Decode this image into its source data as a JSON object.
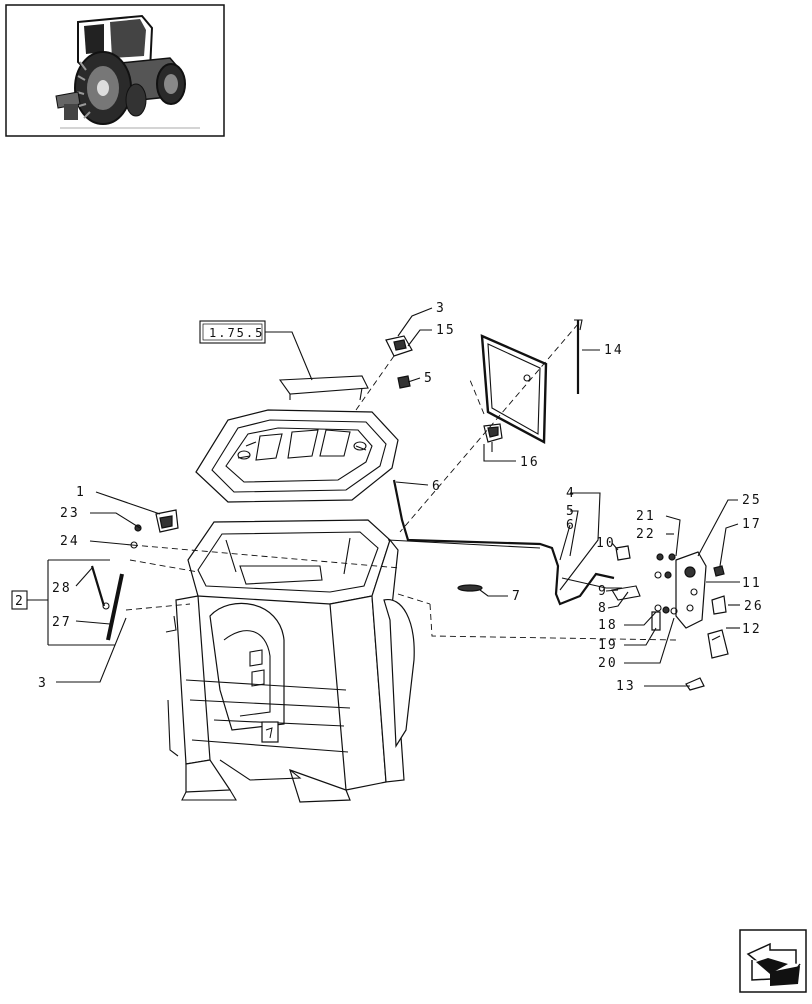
{
  "reference_box": "1.75.5",
  "group_label": "2",
  "callouts": {
    "c1": "1",
    "c23": "23",
    "c24": "24",
    "c28": "28",
    "c27": "27",
    "c3a": "3",
    "c3b": "3",
    "c15": "15",
    "c5a": "5",
    "c16": "16",
    "c14": "14",
    "c6a": "6",
    "c4": "4",
    "c5b": "5",
    "c6b": "6",
    "c7": "7",
    "c10": "10",
    "c9": "9",
    "c8": "8",
    "c18": "18",
    "c19": "19",
    "c20": "20",
    "c21": "21",
    "c22": "22",
    "c25": "25",
    "c17": "17",
    "c11": "11",
    "c26": "26",
    "c12": "12",
    "c13": "13"
  },
  "icons": {
    "thumbnail": "tractor-thumbnail-icon",
    "navigation": "next-page-arrow-icon"
  }
}
